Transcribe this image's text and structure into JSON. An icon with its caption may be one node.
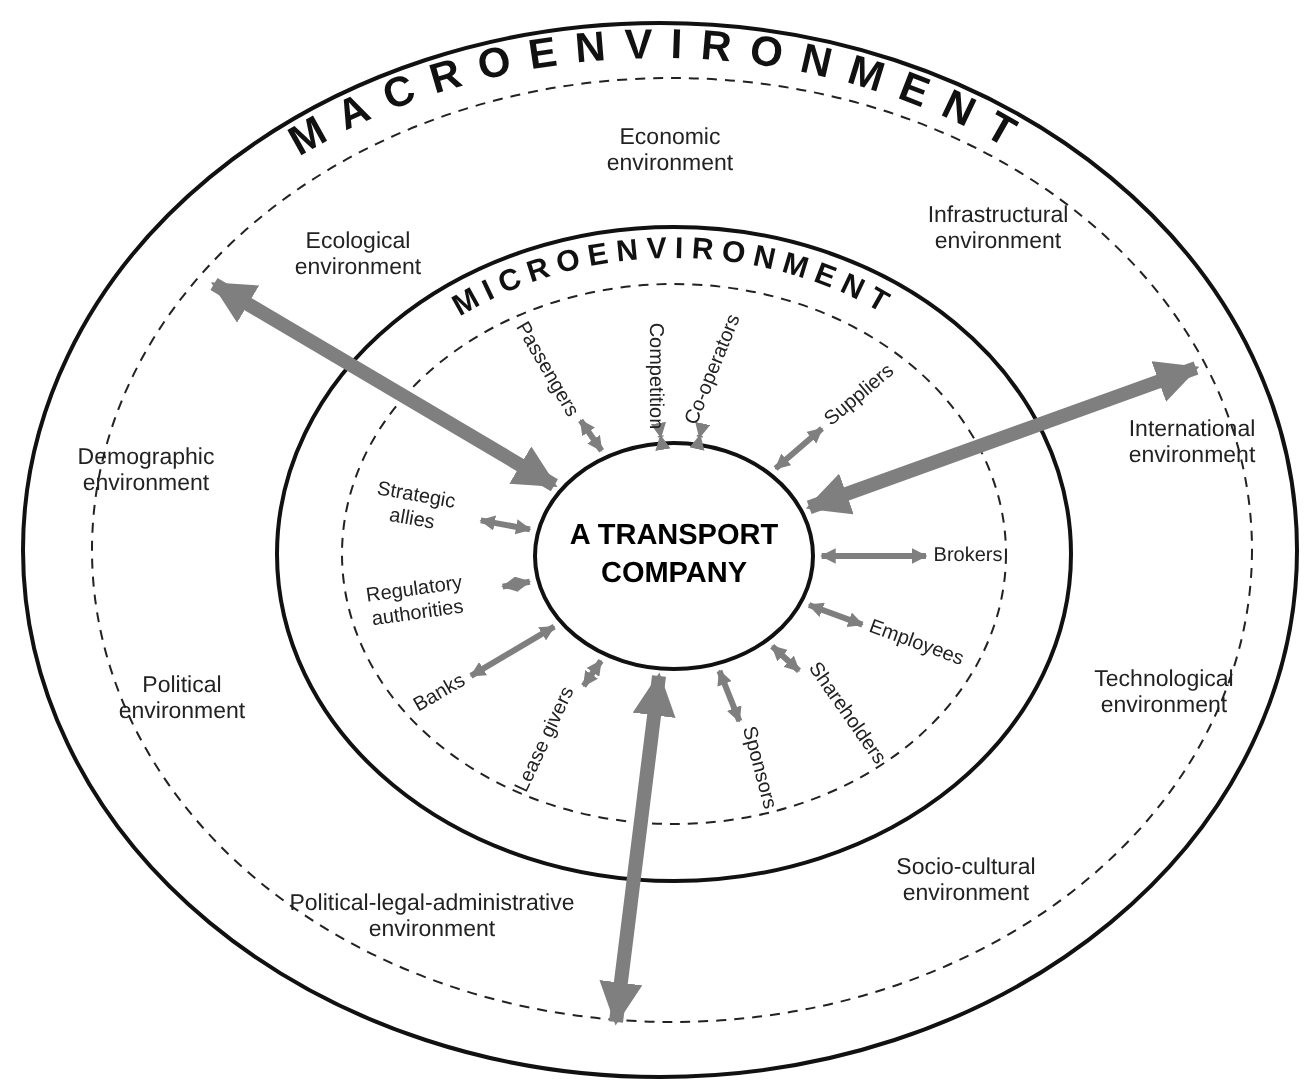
{
  "diagram": {
    "nodes": [
      {
        "text": [
          "MACROENVIRONMENT"
        ]
      },
      {
        "text": [
          "MICROENVIRONMENT"
        ],
        "in": 0
      },
      {
        "text": [
          "A TRANSPORT COMPANY"
        ],
        "in": 1
      },
      {
        "text": [
          "Passengers"
        ],
        "in": 1
      },
      {
        "text": [
          "Competition"
        ],
        "in": 1
      },
      {
        "text": [
          "Co-operators"
        ],
        "in": 1
      },
      {
        "text": [
          "Suppliers"
        ],
        "in": 1
      },
      {
        "text": [
          "Brokers"
        ],
        "in": 1
      },
      {
        "text": [
          "Employees"
        ],
        "in": 1
      },
      {
        "text": [
          "Shareholders"
        ],
        "in": 1
      },
      {
        "text": [
          "Sponsors"
        ],
        "in": 1
      },
      {
        "text": [
          "Lease givers"
        ],
        "in": 1
      },
      {
        "text": [
          "Banks"
        ],
        "in": 1
      },
      {
        "text": [
          "Regulatory authorities"
        ],
        "in": 1
      },
      {
        "text": [
          "Strategic allies"
        ],
        "in": 1
      }
    ],
    "edges": [
      {
        "from": 2,
        "to": 3,
        "arrow": "both"
      },
      {
        "from": 2,
        "to": 4,
        "arrow": "both"
      },
      {
        "from": 2,
        "to": 5,
        "arrow": "both"
      },
      {
        "from": 2,
        "to": 6,
        "arrow": "both"
      },
      {
        "from": 2,
        "to": 7,
        "arrow": "both"
      },
      {
        "from": 2,
        "to": 8,
        "arrow": "both"
      },
      {
        "from": 2,
        "to": 9,
        "arrow": "both"
      },
      {
        "from": 2,
        "to": 10,
        "arrow": "both"
      },
      {
        "from": 2,
        "to": 11,
        "arrow": "both"
      },
      {
        "from": 2,
        "to": 12,
        "arrow": "both"
      },
      {
        "from": 2,
        "to": 13,
        "arrow": "both"
      },
      {
        "from": 2,
        "to": 14,
        "arrow": "both"
      },
      {
        "from": 2,
        "to": null,
        "arrow": "both",
        "style": "thick"
      },
      {
        "from": 2,
        "to": null,
        "arrow": "both",
        "style": "thick"
      },
      {
        "from": 2,
        "to": null,
        "arrow": "both",
        "style": "thick"
      }
    ],
    "labels": [
      "Economic environment",
      "Infrastructural environment",
      "Ecological environment",
      "Demographic environment",
      "International environment",
      "Technological environment",
      "Political environment",
      "Socio-cultural environment",
      "Political-legal-administrative environment"
    ]
  }
}
